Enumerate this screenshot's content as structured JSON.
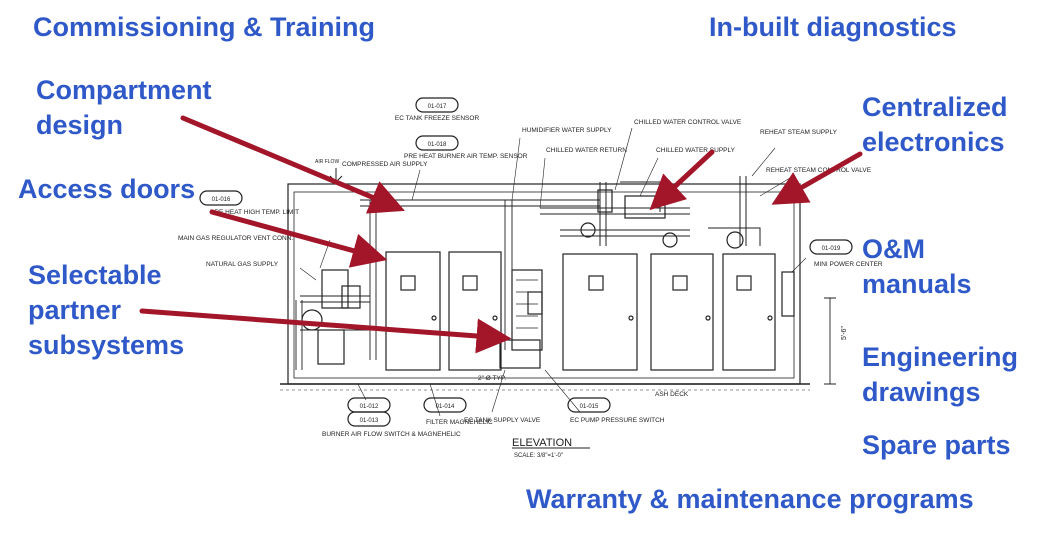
{
  "colors": {
    "label_blue": "#2f59c8",
    "arrow_red": "#a3162a",
    "drawing_ink": "#222222"
  },
  "labels": {
    "commissioning": "Commissioning & Training",
    "compartment_line1": "Compartment",
    "compartment_line2": "design",
    "access_doors": "Access doors",
    "selectable_line1": "Selectable",
    "selectable_line2": "partner",
    "selectable_line3": "subsystems",
    "diagnostics": "In-built diagnostics",
    "centralized_line1": "Centralized",
    "centralized_line2": "electronics",
    "om_line1": "O&M",
    "om_line2": "manuals",
    "engineering_line1": "Engineering",
    "engineering_line2": "drawings",
    "spare_parts": "Spare parts",
    "warranty": "Warranty & maintenance programs"
  },
  "drawing": {
    "title": "ELEVATION",
    "scale": "SCALE: 3/8\"=1'-0\"",
    "air_flow": "AIR FLOW",
    "height_dim": "5'-6\"",
    "deck": "ASH DECK",
    "pipe_size": "2\" Ø TYP.",
    "annotations": {
      "compressed_air": "COMPRESSED AIR SUPPLY",
      "tank_freeze": "EC TANK FREEZE SENSOR",
      "preheat_burner": "PRE HEAT BURNER AIR TEMP. SENSOR",
      "preheat_high": "PRE HEAT HIGH TEMP. LIMIT",
      "main_gas": "MAIN GAS REGULATOR VENT CONN.",
      "natural_gas": "NATURAL GAS SUPPLY",
      "humidifier": "HUMIDIFIER WATER SUPPLY",
      "chilled_return": "CHILLED WATER RETURN",
      "chilled_valve": "CHILLED WATER CONTROL VALVE",
      "chilled_supply": "CHILLED WATER SUPPLY",
      "reheat_supply": "REHEAT STEAM SUPPLY",
      "reheat_valve": "REHEAT STEAM CONTROL VALVE",
      "mini_power": "MINI POWER CENTER",
      "burner_air": "BURNER AIR FLOW SWITCH & MAGNEHELIC",
      "filter_mag": "FILTER MAGNEHELIC",
      "tank_supply": "EC TANK SUPPLY VALVE",
      "pump_switch": "EC PUMP PRESSURE SWITCH"
    },
    "tags": {
      "t017": "01-017",
      "t018": "01-018",
      "t016": "01-016",
      "t019": "01-019",
      "t012": "01-012",
      "t013": "01-013",
      "t014": "01-014",
      "t015": "01-015"
    }
  }
}
